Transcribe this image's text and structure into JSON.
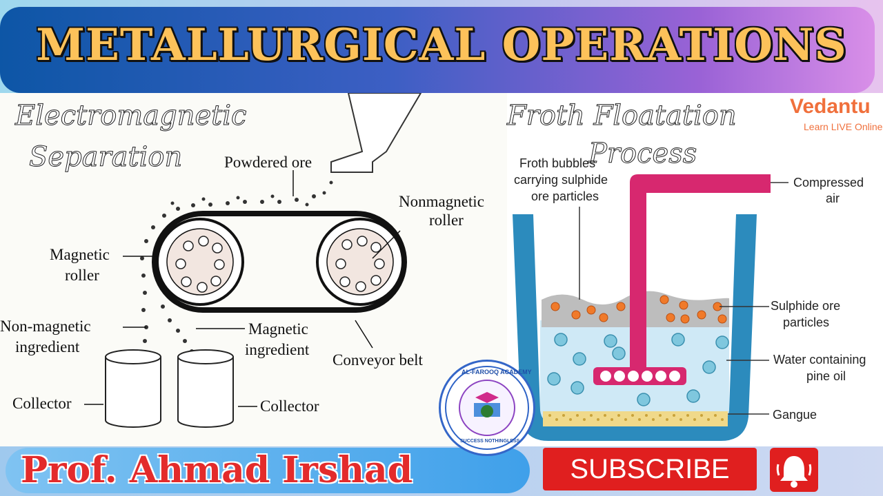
{
  "header": {
    "title": "METALLURGICAL OPERATIONS"
  },
  "left_diagram": {
    "heading_line1": "Electromagnetic",
    "heading_line2": "Separation",
    "labels": {
      "powdered_ore": "Powdered ore",
      "nonmagnetic_roller_1": "Nonmagnetic",
      "nonmagnetic_roller_2": "roller",
      "magnetic_roller_1": "Magnetic",
      "magnetic_roller_2": "roller",
      "non_magnetic_ingredient_1": "Non-magnetic",
      "non_magnetic_ingredient_2": "ingredient",
      "magnetic_ingredient_1": "Magnetic",
      "magnetic_ingredient_2": "ingredient",
      "conveyor_belt": "Conveyor belt",
      "collector_left": "Collector",
      "collector_right": "Collector"
    }
  },
  "right_diagram": {
    "heading_line1": "Froth Floatation",
    "heading_line2": "Process",
    "brand": "Vedantu",
    "brand_sub": "Learn LIVE Online",
    "labels": {
      "froth_1": "Froth bubbles",
      "froth_2": "carrying sulphide",
      "froth_3": "ore particles",
      "compressed_1": "Compressed",
      "compressed_2": "air",
      "sulphide_1": "Sulphide ore",
      "sulphide_2": "particles",
      "water_1": "Water containing",
      "water_2": "pine oil",
      "gangue": "Gangue"
    }
  },
  "logo": {
    "name": "AL-FAROOQ ACADEMY",
    "motto": "SUCCESS NOTHINGLESS"
  },
  "footer": {
    "presenter": "Prof. Ahmad Irshad",
    "subscribe_label": "SUBSCRIBE",
    "bell_icon": "bell-icon"
  },
  "colors": {
    "title_text": "#fdc25a",
    "presenter_text": "#e32b2b",
    "subscribe_bg": "#e01f1f",
    "pipe": "#d7286f",
    "tank": "#2c8bbd",
    "particles": "#f07a2a"
  }
}
